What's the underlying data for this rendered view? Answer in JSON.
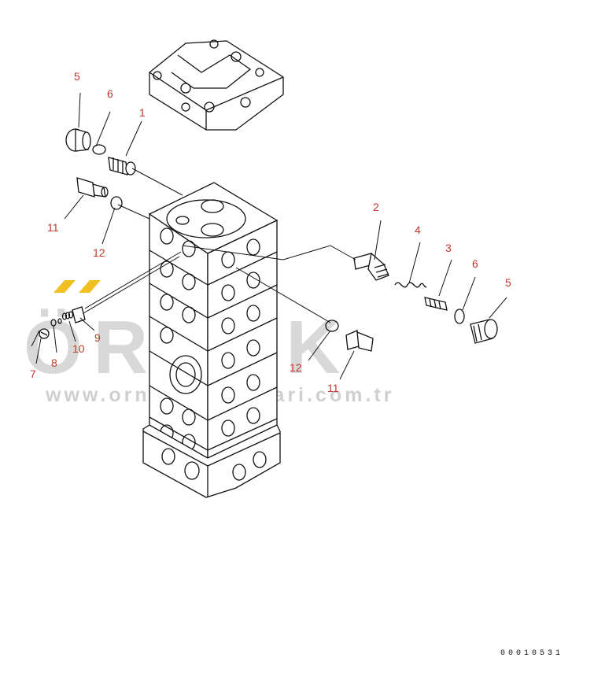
{
  "callouts": [
    {
      "id": "c5a",
      "label": "5"
    },
    {
      "id": "c6a",
      "label": "6"
    },
    {
      "id": "c1",
      "label": "1"
    },
    {
      "id": "c11a",
      "label": "11"
    },
    {
      "id": "c12a",
      "label": "12"
    },
    {
      "id": "c2",
      "label": "2"
    },
    {
      "id": "c4",
      "label": "4"
    },
    {
      "id": "c3",
      "label": "3"
    },
    {
      "id": "c6b",
      "label": "6"
    },
    {
      "id": "c5b",
      "label": "5"
    },
    {
      "id": "c9",
      "label": "9"
    },
    {
      "id": "c10",
      "label": "10"
    },
    {
      "id": "c8",
      "label": "8"
    },
    {
      "id": "c7",
      "label": "7"
    },
    {
      "id": "c12b",
      "label": "12"
    },
    {
      "id": "c11b",
      "label": "11"
    }
  ],
  "watermark": {
    "brand": "ÖRNEK",
    "url": "www.ornekmakinalari.com.tr",
    "accent_color": "#f0c020"
  },
  "figure_number": "00010531",
  "colors": {
    "callout": "#c0392b",
    "line": "#111111",
    "watermark": "#d8d8d8"
  }
}
